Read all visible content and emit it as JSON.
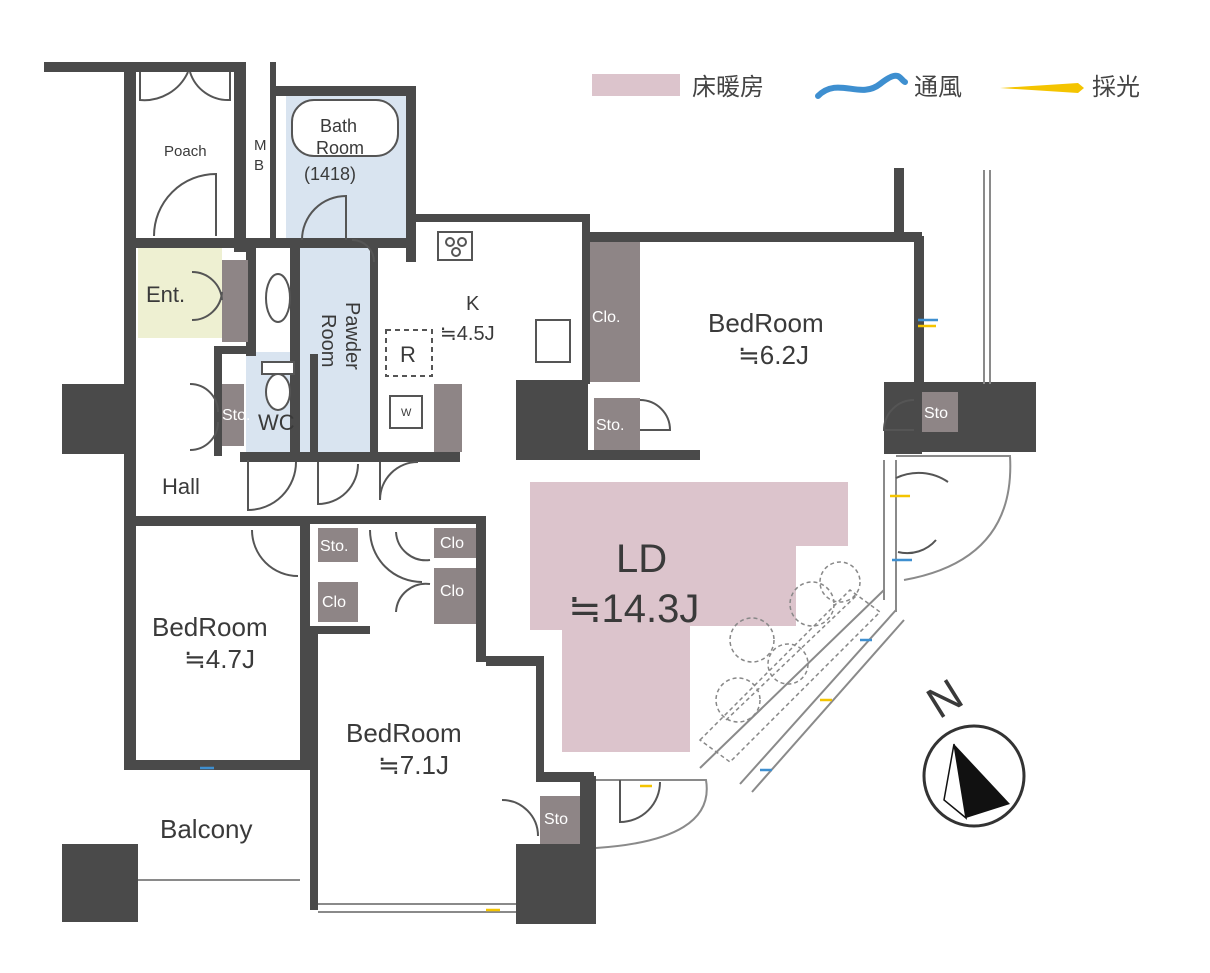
{
  "legend": {
    "floor_heating": {
      "label": "床暖房",
      "color": "#dcc4cc"
    },
    "ventilation": {
      "label": "通風",
      "color": "#3e8fd0"
    },
    "daylight": {
      "label": "採光",
      "color": "#f4c400"
    }
  },
  "rooms": {
    "poach": "Poach",
    "mb_top": "M",
    "mb_bottom": "B",
    "bath_line1": "Bath",
    "bath_line2": "Room",
    "bath_size": "(1418)",
    "entrance": "Ent.",
    "powder_line1": "Pawder",
    "powder_line2": "Room",
    "kitchen_name": "K",
    "kitchen_size": "≒4.5J",
    "refrigerator": "R",
    "washer": "W",
    "wc": "WC",
    "hall": "Hall",
    "bed1_name": "BedRoom",
    "bed1_size": "≒6.2J",
    "bed2_name": "BedRoom",
    "bed2_size": "≒4.7J",
    "bed3_name": "BedRoom",
    "bed3_size": "≒7.1J",
    "ld_name": "LD",
    "ld_size": "≒14.3J",
    "balcony": "Balcony"
  },
  "storage": {
    "clo_bed1": "Clo.",
    "sto_bed1": "Sto.",
    "sto_bed1_right": "Sto",
    "sto_wc": "Sto.",
    "sto_hall": "Sto.",
    "clo_bed2": "Clo",
    "clo_bed3_top": "Clo",
    "clo_bed3_bottom": "Clo",
    "sto_bed3": "Sto"
  },
  "compass": {
    "north_label": "N"
  },
  "colors": {
    "wall": "#4a4a4a",
    "storage": "#8e8586",
    "bath_fill": "#d9e4f0",
    "entrance_fill": "#eef0d2",
    "floor_heating": "#dcc4cc"
  }
}
